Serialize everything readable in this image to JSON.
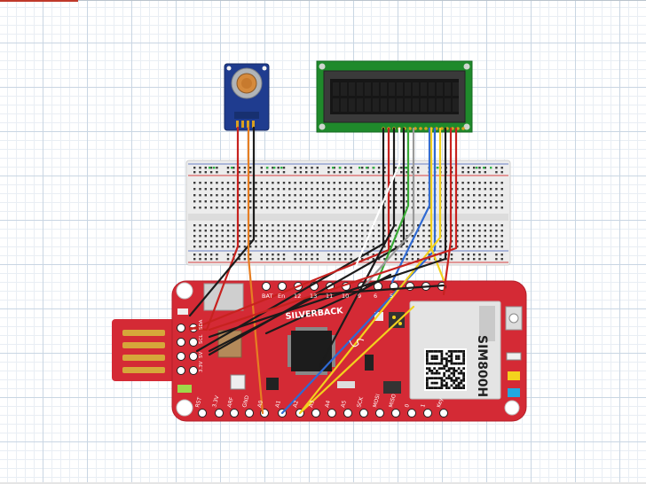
{
  "board": {
    "brand": "SILVERBACK",
    "module": "SIM800H",
    "top_pins": [
      "BAT",
      "En",
      "12",
      "13",
      "11",
      "10",
      "9",
      "6",
      "5"
    ],
    "bottom_pins": [
      "RST",
      "3.3V",
      "ARF",
      "GND",
      "A0",
      "A1",
      "A2",
      "A3",
      "A4",
      "A5",
      "SCK",
      "MOSI",
      "MISO",
      "0",
      "1",
      "Key"
    ],
    "left_pins": [
      "SDA",
      "SCL",
      "5V",
      "3.3V"
    ]
  },
  "colors": {
    "board": "#d42a35",
    "wire_red": "#c7221f",
    "wire_black": "#1b1b1b",
    "wire_white": "#ffffff",
    "wire_green": "#39a935",
    "wire_blue": "#2f6ad3",
    "wire_yellow": "#f2d11d",
    "wire_orange": "#e67e22",
    "wire_gray": "#9a9a9a",
    "lcd_pcb": "#1f8a2b"
  }
}
